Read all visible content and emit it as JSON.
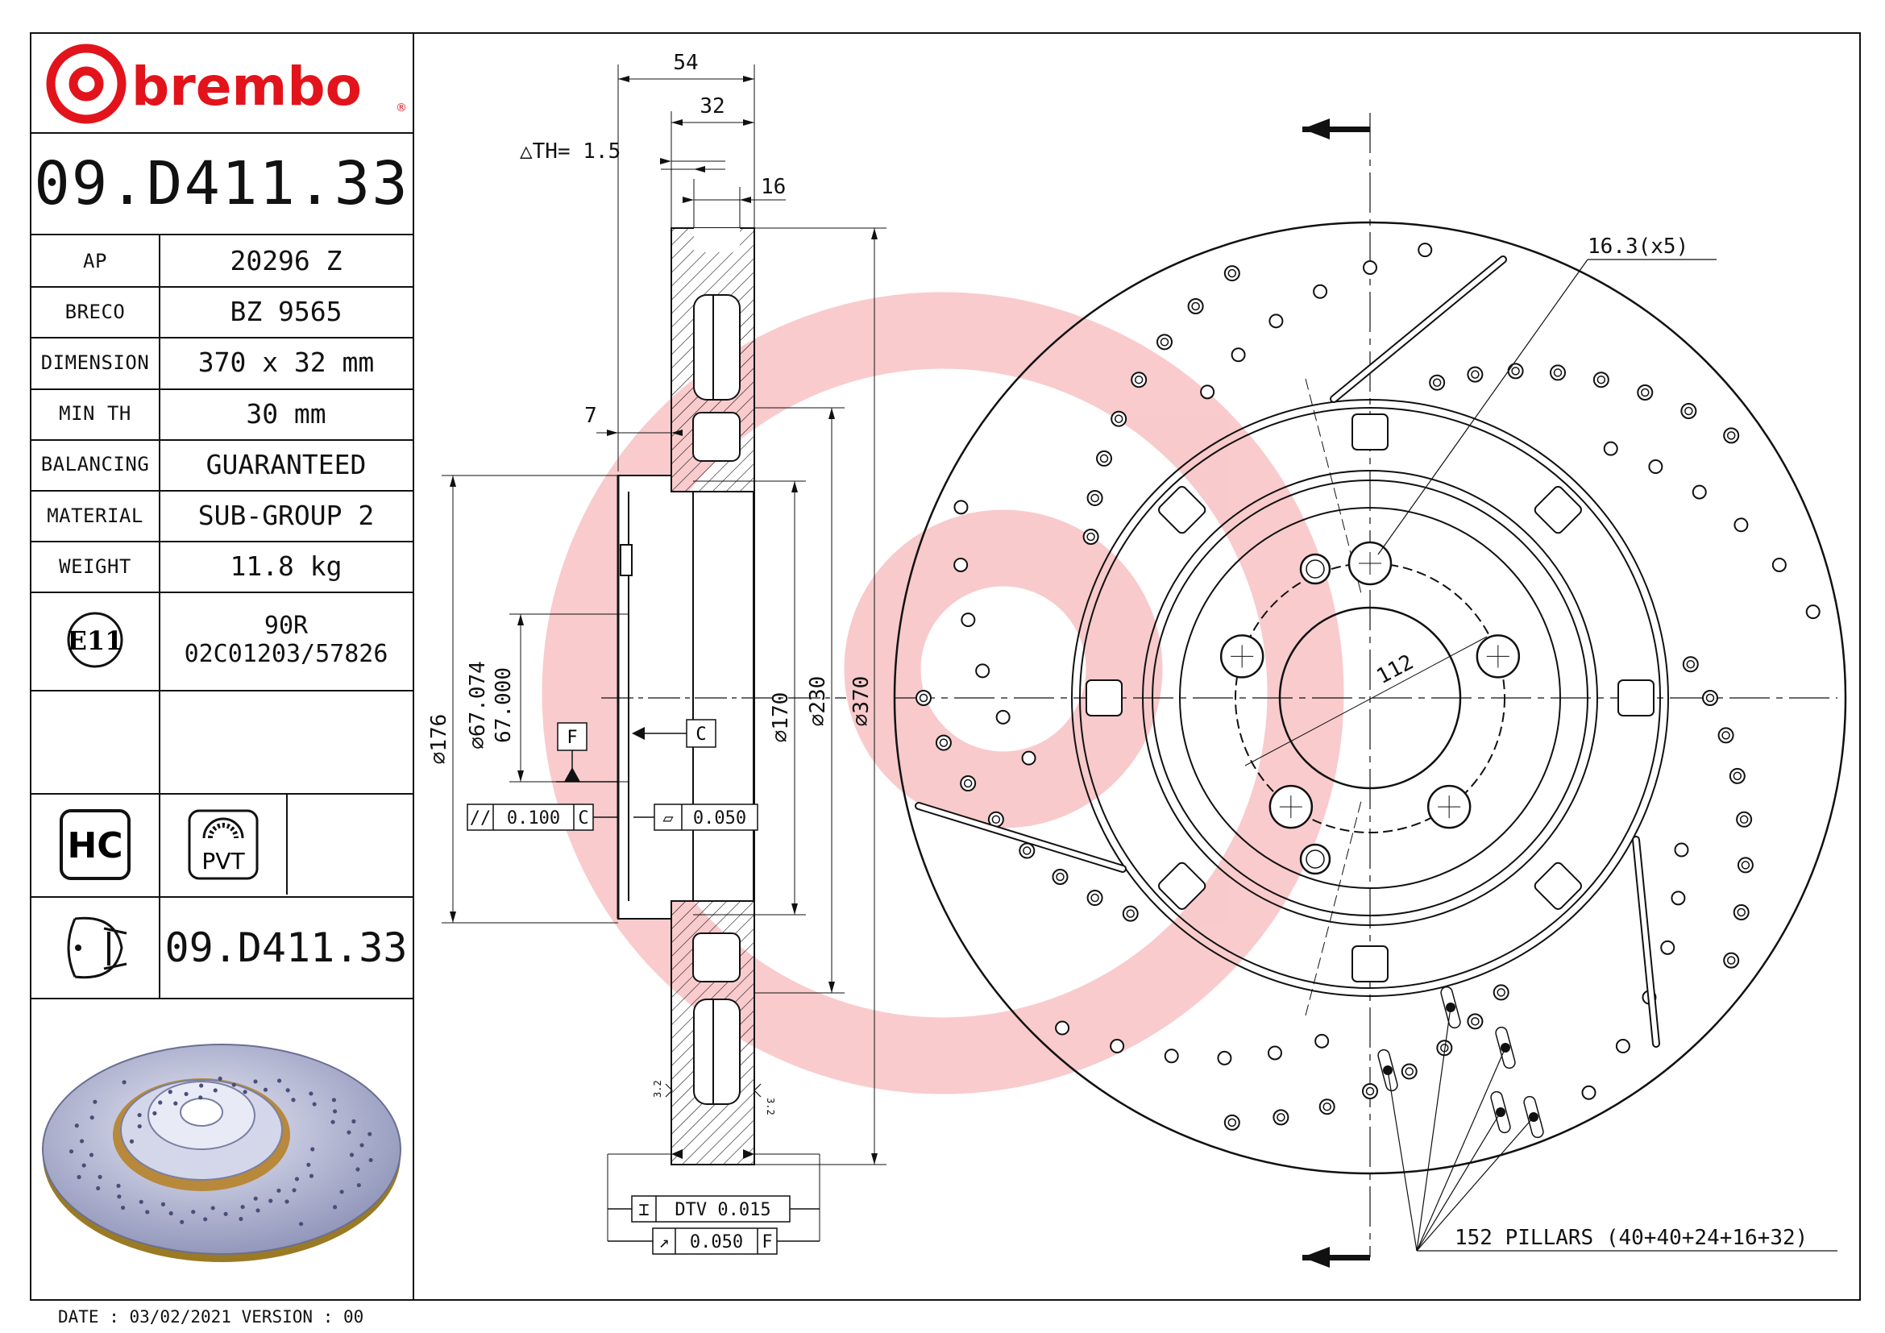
{
  "brand": {
    "name": "brembo",
    "registered_mark": "®",
    "color": "#e3131b"
  },
  "part_number": "09.D411.33",
  "specs": [
    {
      "label": "AP",
      "value": "20296 Z"
    },
    {
      "label": "BRECO",
      "value": "BZ 9565"
    },
    {
      "label": "DIMENSION",
      "value": "370 x 32 mm"
    },
    {
      "label": "MIN TH",
      "value": "30 mm"
    },
    {
      "label": "BALANCING",
      "value": "GUARANTEED"
    },
    {
      "label": "MATERIAL",
      "value": "SUB-GROUP 2"
    },
    {
      "label": "WEIGHT",
      "value": "11.8 kg"
    }
  ],
  "approval": {
    "badge": "E11",
    "line1": "90R",
    "line2": "02C01203/57826"
  },
  "feature_badges": {
    "hc": "HC",
    "pvt": "PVT"
  },
  "bottom_part_number": "09.D411.33",
  "footer": "DATE : 03/02/2021 VERSION : 00",
  "section_view": {
    "dims": {
      "d54": "54",
      "d32": "32",
      "th": "△TH= 1.5",
      "d16": "16",
      "d7": "7",
      "dia176": "⌀176",
      "dia67": "⌀67.074",
      "dia67b": "67.000",
      "dia170": "⌀170",
      "dia230": "⌀230",
      "dia370": "⌀370"
    },
    "datums": {
      "f": "F",
      "c": "C"
    },
    "tolerances": {
      "parallel": {
        "symbol": "//",
        "value": "0.100",
        "datum": "C"
      },
      "flatness": {
        "symbol": "▱",
        "value": "0.050"
      },
      "dtv": {
        "symbol": "⌶",
        "value": "DTV 0.015"
      },
      "runout": {
        "symbol": "↗",
        "value": "0.050",
        "datum": "F"
      }
    },
    "roughness": "3.2"
  },
  "front_view": {
    "holes_callout": "16.3(x5)",
    "pcd": "112",
    "pillars_callout": "152 PILLARS (40+40+24+16+32)"
  }
}
